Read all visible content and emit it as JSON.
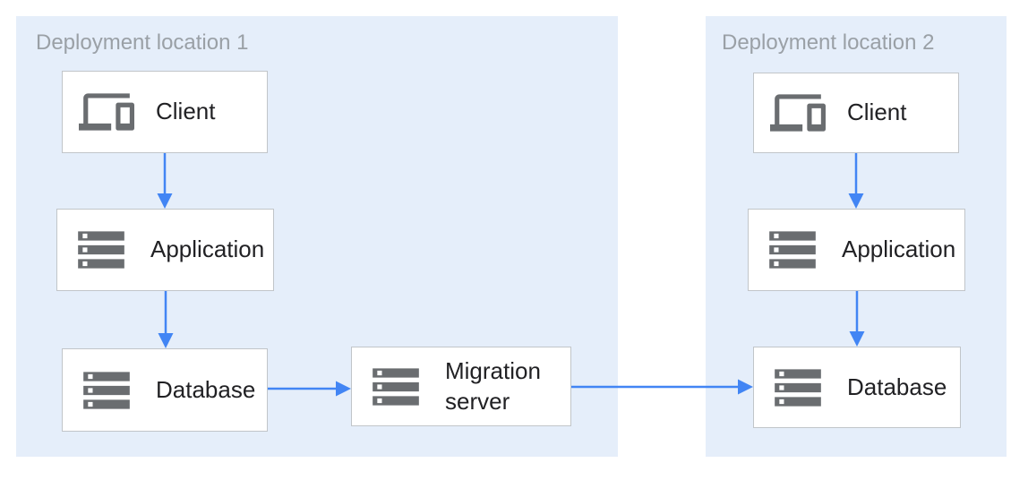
{
  "diagram": {
    "zones": [
      {
        "title": "Deployment location 1",
        "nodes": [
          {
            "id": "client-1",
            "label": "Client",
            "icon": "devices-icon"
          },
          {
            "id": "application-1",
            "label": "Application",
            "icon": "storage-icon"
          },
          {
            "id": "database-1",
            "label": "Database",
            "icon": "storage-icon"
          },
          {
            "id": "migration-server",
            "label": "Migration server",
            "icon": "storage-icon"
          }
        ]
      },
      {
        "title": "Deployment location 2",
        "nodes": [
          {
            "id": "client-2",
            "label": "Client",
            "icon": "devices-icon"
          },
          {
            "id": "application-2",
            "label": "Application",
            "icon": "storage-icon"
          },
          {
            "id": "database-2",
            "label": "Database",
            "icon": "storage-icon"
          }
        ]
      }
    ],
    "edges": [
      {
        "from": "client-1",
        "to": "application-1"
      },
      {
        "from": "application-1",
        "to": "database-1"
      },
      {
        "from": "database-1",
        "to": "migration-server"
      },
      {
        "from": "migration-server",
        "to": "database-2"
      },
      {
        "from": "client-2",
        "to": "application-2"
      },
      {
        "from": "application-2",
        "to": "database-2"
      }
    ],
    "colors": {
      "zone_background": "#e5eefa",
      "node_background": "#ffffff",
      "node_border": "#c1c5c9",
      "icon_gray": "#6a6d70",
      "zone_title_gray": "#9aa0a6",
      "label_dark": "#212124",
      "arrow_blue": "#4285f4"
    }
  }
}
